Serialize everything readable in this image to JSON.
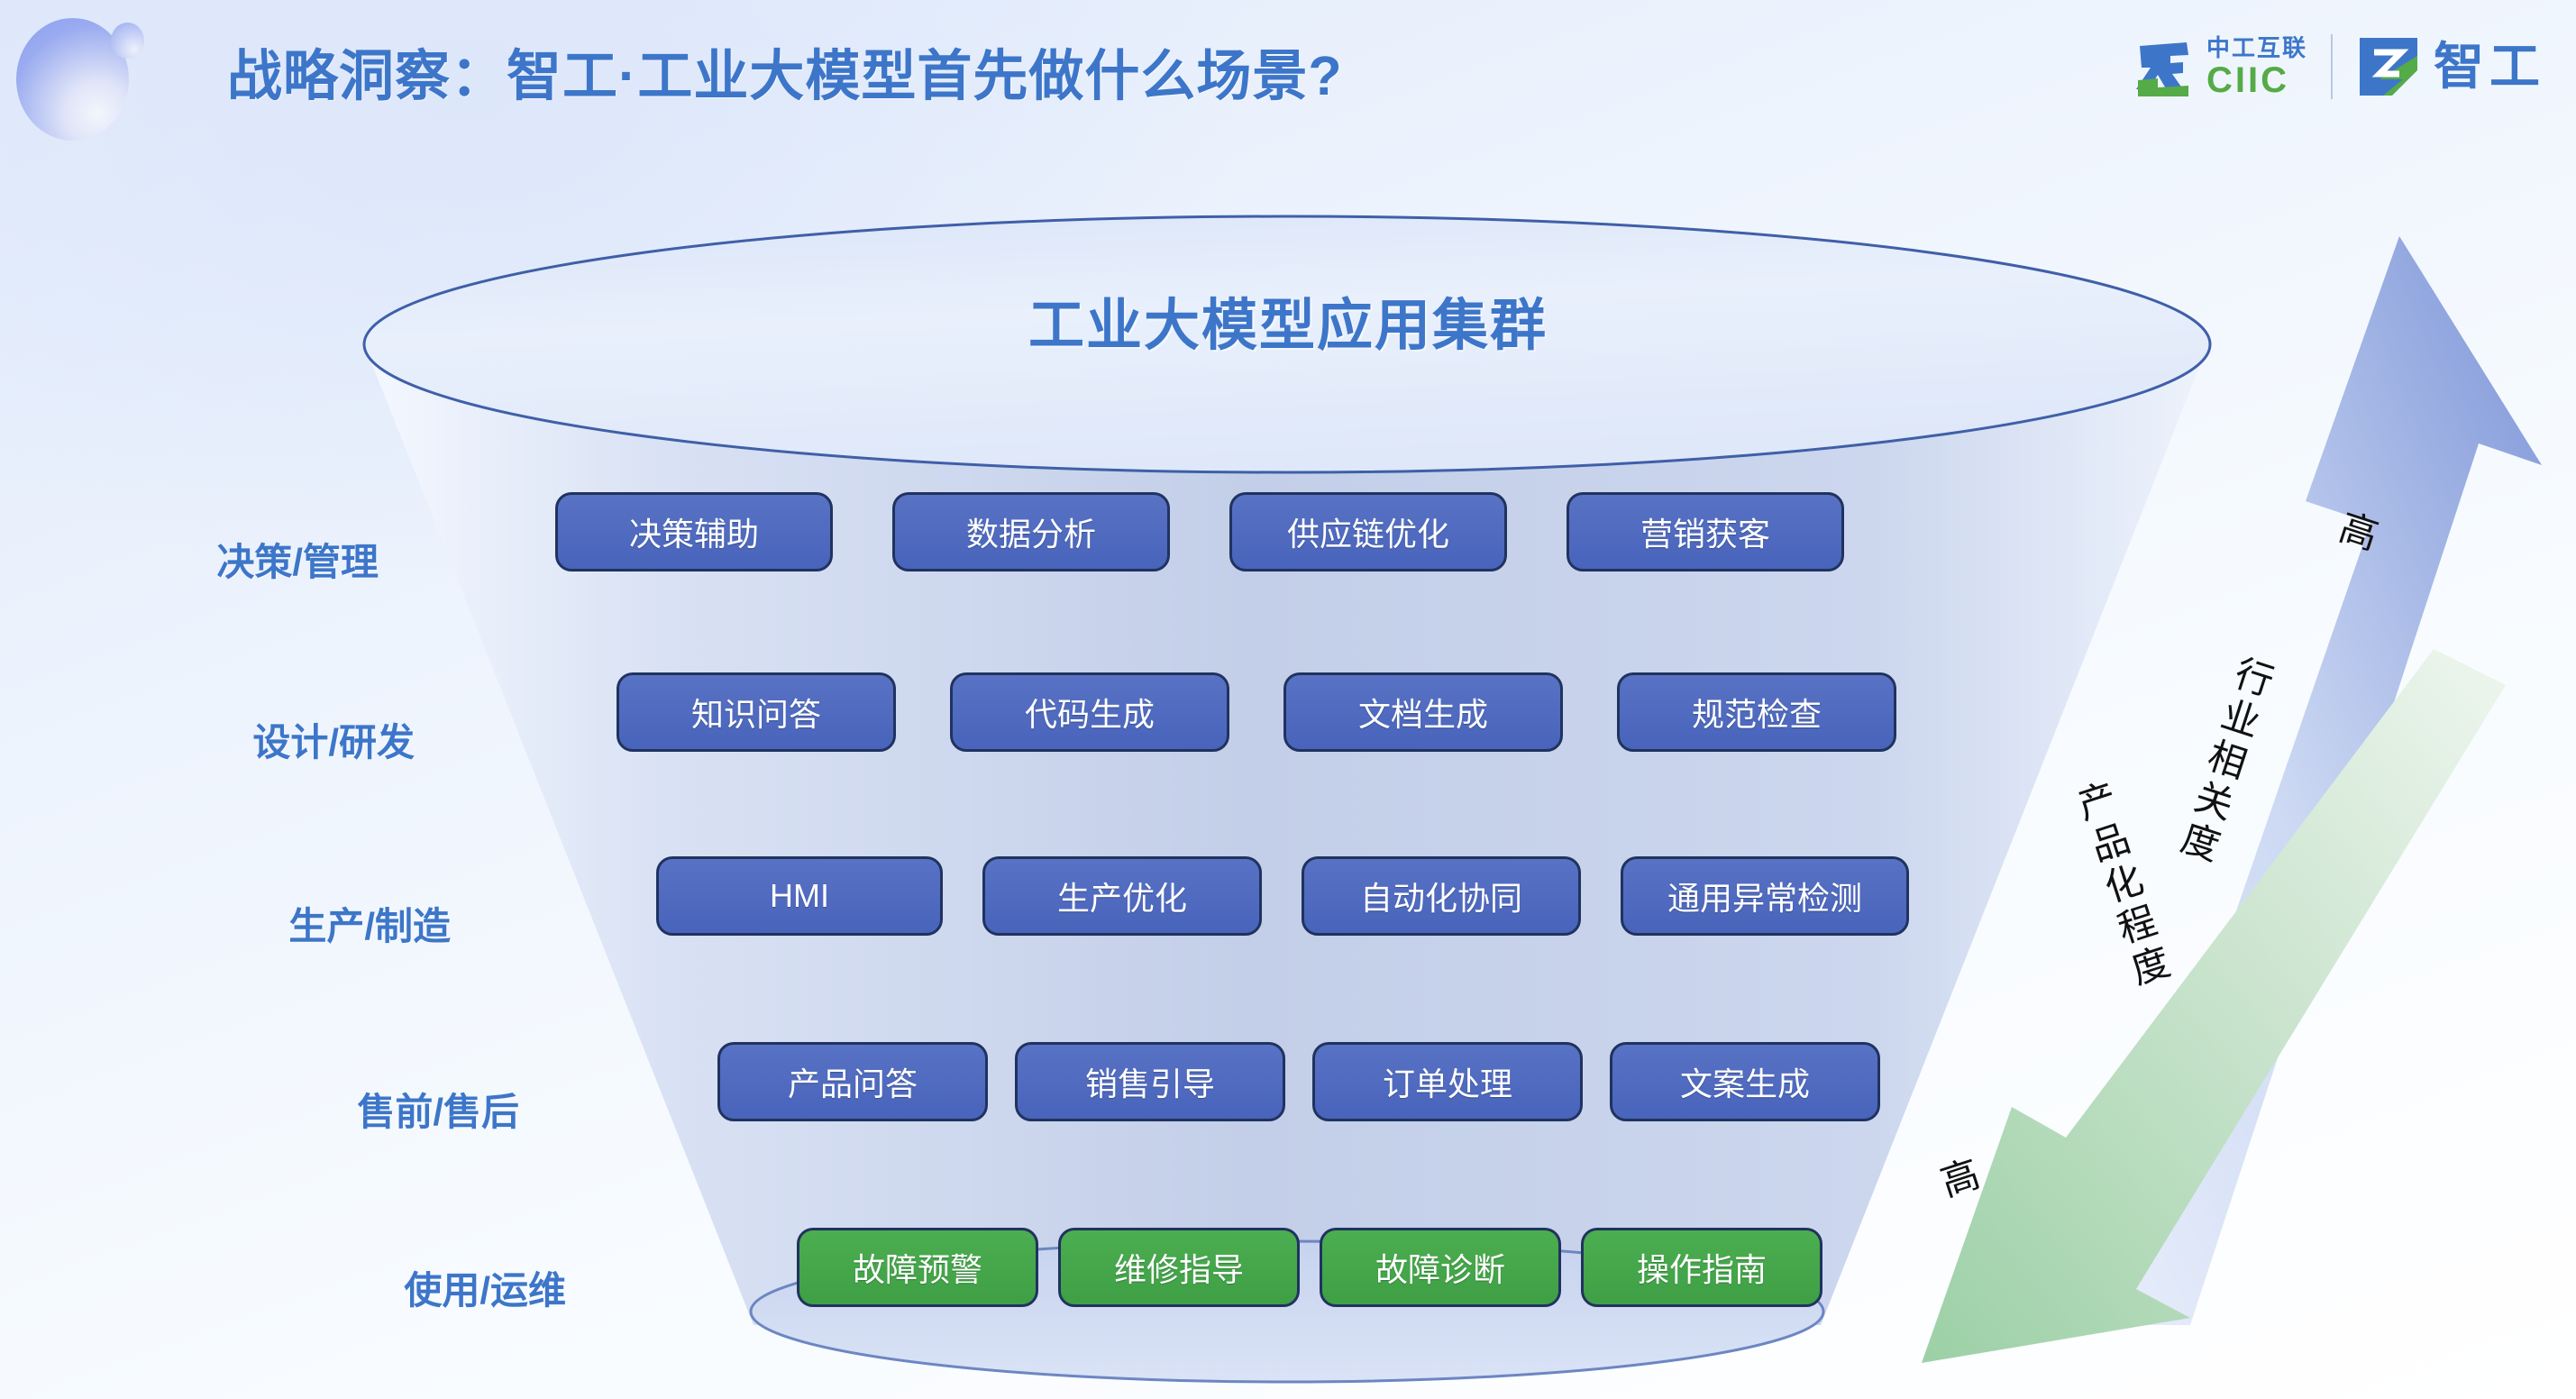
{
  "header": {
    "title": "战略洞察：智工·工业大模型首先做什么场景?",
    "logo": {
      "left_cn": "中工互联",
      "left_en": "CIIC",
      "right_cn": "智工"
    }
  },
  "funnel": {
    "top_label": "工业大模型应用集群",
    "rows": [
      {
        "label": "决策/管理",
        "color": "blue",
        "chips": [
          "决策辅助",
          "数据分析",
          "供应链优化",
          "营销获客"
        ]
      },
      {
        "label": "设计/研发",
        "color": "blue",
        "chips": [
          "知识问答",
          "代码生成",
          "文档生成",
          "规范检查"
        ]
      },
      {
        "label": "生产/制造",
        "color": "blue",
        "chips": [
          "HMI",
          "生产优化",
          "自动化协同",
          "通用异常检测"
        ]
      },
      {
        "label": "售前/售后",
        "color": "blue",
        "chips": [
          "产品问答",
          "销售引导",
          "订单处理",
          "文案生成"
        ]
      },
      {
        "label": "使用/运维",
        "color": "green",
        "chips": [
          "故障预警",
          "维修指导",
          "故障诊断",
          "操作指南"
        ]
      }
    ]
  },
  "arrows": {
    "blue": {
      "label": "行业相关度",
      "tip_label": "高",
      "direction": "up-right"
    },
    "green": {
      "label": "产品化程度",
      "tip_label": "高",
      "direction": "down-left"
    }
  },
  "colors": {
    "accent_blue": "#3d76c9",
    "chip_blue": "#4864bb",
    "chip_green": "#45a84a",
    "chip_border": "#20335f",
    "logo_green": "#55ab47",
    "background": "#eaf0fb"
  }
}
